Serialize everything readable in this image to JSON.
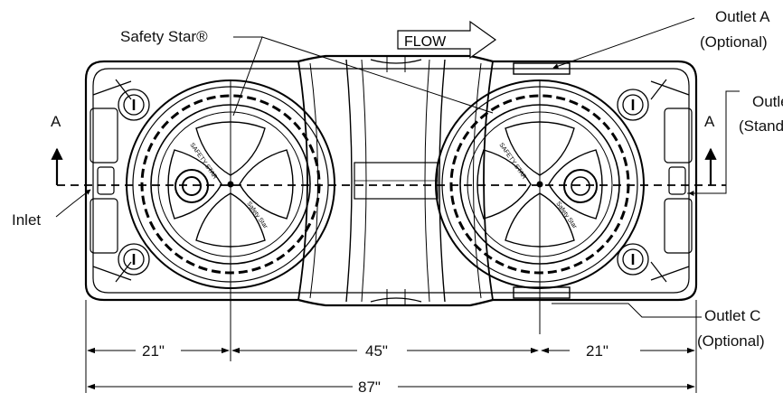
{
  "labels": {
    "safety_star": "Safety Star®",
    "flow": "FLOW",
    "outlet_a_line1": "Outlet A",
    "outlet_a_line2": "(Optional)",
    "outlet_b_line1": "Outlet B",
    "outlet_b_line2": "(Standard)",
    "outlet_c_line1": "Outlet C",
    "outlet_c_line2": "(Optional)",
    "inlet": "Inlet",
    "section_left": "A",
    "section_right": "A",
    "lid_text_left_1": "SAFETY STAR",
    "lid_text_left_2": "Safety Star",
    "lid_text_right_1": "SAFETY STAR",
    "lid_text_right_2": "Safety Star"
  },
  "dimensions": {
    "left": "21\"",
    "center": "45\"",
    "right": "21\"",
    "overall": "87\""
  }
}
